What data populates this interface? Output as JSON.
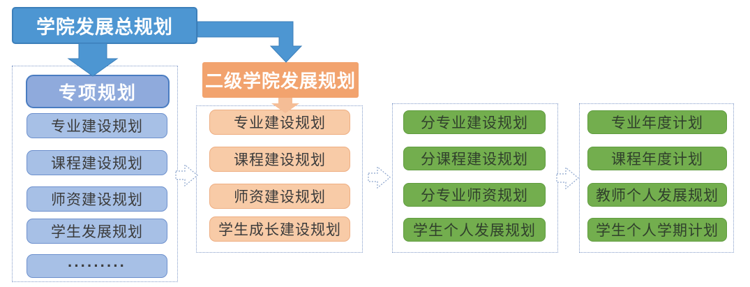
{
  "diagram": {
    "master_plan": {
      "label": "学院发展总规划"
    },
    "special_plans": {
      "header": "专项规划",
      "items": [
        "专业建设规划",
        "课程建设规划",
        "师资建设规划",
        "学生发展规划",
        "·········"
      ]
    },
    "secondary_college": {
      "header": "二级学院发展规划",
      "items": [
        "专业建设规划",
        "课程建设规划",
        "师资建设规划",
        "学生成长建设规划"
      ]
    },
    "program_plans": {
      "items": [
        "分专业建设规划",
        "分课程建设规划",
        "分专业师资规划",
        "学生个人发展规划"
      ]
    },
    "annual_plans": {
      "items": [
        "专业年度计划",
        "课程年度计划",
        "教师个人发展规划",
        "学生个人学期计划"
      ]
    },
    "colors": {
      "primary_blue": "#4d96d2",
      "light_blue_fill": "#a7c0e6",
      "light_blue_border": "#6d90cd",
      "header_blue_fill": "#8faadc",
      "orange_header": "#f2a36e",
      "peach_fill": "#f8cba7",
      "peach_arrow": "#f5bd96",
      "green_fill": "#73ae4e",
      "green_border": "#5f9c3f",
      "dashed_border": "#8099c8",
      "text_dark": "#3b3b3b"
    }
  }
}
